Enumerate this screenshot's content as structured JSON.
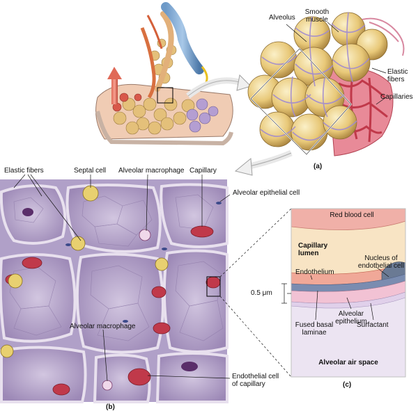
{
  "labels": {
    "alveolus": "Alveolus",
    "smooth_muscle": "Smooth\nmuscle",
    "elastic_fibers_a": "Elastic\nfibers",
    "capillaries": "Capillaries",
    "caption_a": "(a)",
    "elastic_fibers_b": "Elastic fibers",
    "septal_cell": "Septal cell",
    "alveolar_macrophage_top": "Alveolar macrophage",
    "capillary": "Capillary",
    "alveolar_epithelial_cell": "Alveolar epithelial cell",
    "alveolar_macrophage_mid": "Alveolar macrophage",
    "endothelial_cell_of_capillary": "Endothelial cell\nof capillary",
    "caption_b": "(b)",
    "red_blood_cell": "Red blood cell",
    "capillary_lumen": "Capillary\nlumen",
    "nucleus_of_endothelial_cell": "Nucleus of\nendothelial cell",
    "endothelium": "Endothelium",
    "scale": "0.5 μm",
    "alveolar_epithelium": "Alveolar\nepithelium",
    "fused_basal_laminae": "Fused basal\nlaminae",
    "surfactant": "Surfactant",
    "alveolar_air_space": "Alveolar air space",
    "caption_c": "(c)"
  },
  "colors": {
    "alveolus_yellow": "#e8c878",
    "tissue_purple": "#b8a6cc",
    "capillary_red": "#c0394a",
    "lumen_cream": "#f8e4c4",
    "rbc_pink": "#f0b0a8",
    "epithelium_pink": "#f2c2d4",
    "air_lilac": "#ece4f2"
  }
}
